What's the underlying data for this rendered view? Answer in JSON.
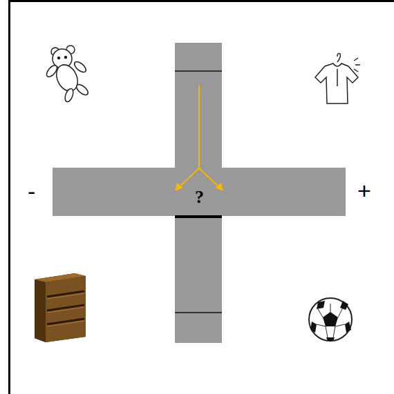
{
  "diagram": {
    "labels": [
      "-",
      "+",
      "?"
    ]
  }
}
